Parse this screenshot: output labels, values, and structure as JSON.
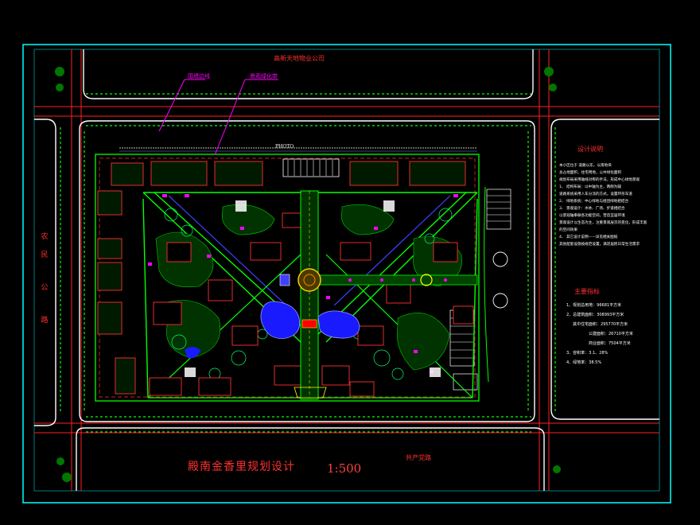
{
  "drawing": {
    "title": "殿南金香里规划设计",
    "scale": "1:500",
    "road_north": "高新天地物业公司",
    "road_south": "共产党路",
    "road_west": [
      "农",
      "民",
      "公",
      "路"
    ],
    "callout_a": "围墙边线",
    "callout_b": "景观绿化带",
    "gate_label": "PHOTO",
    "colors": {
      "background": "#000000",
      "frame": "#00ffff",
      "road_line": "#ffffff",
      "red_line": "#ff0000",
      "green": "#00ff00",
      "magenta": "#ff00ff",
      "water": "#1a1aff",
      "yellow": "#ffff00"
    }
  },
  "design_notes": {
    "heading": "设计说明",
    "lines": [
      "本小区位于    道路以东，以南地块",
      "总占地面积，住宅用地，公共绿化面积",
      "规划布局采用轴线对称的手法，形成中心绿地景观",
      "1、  结构布局：以中轴为主，两侧为辅",
      "道路系统采用人车分流的方式，设置环形车道",
      "2、  绿地系统：中心绿地与组团绿地相结合",
      "3、  景观设计：水体、广场、步道相结合",
      "以景观轴串联各功能空间，营造宜居环境",
      "景观设计以生态为主，注重景观层次的变化，形成丰富",
      "的空间效果",
      "4、  其它设计说明——详见相关图纸",
      "其他配套设施按规范设置，满足居民日常生活需求"
    ]
  },
  "indicators": {
    "heading": "主要指标",
    "items": [
      "1、规划总用地：96681平方米",
      "2、总建筑面积：308993平方米",
      "其中住宅面积：295770平方米",
      "公建面积：26710平方米",
      "商业面积：7504平方米",
      "3、容积率：3.1、28%",
      "4、绿地率：38.5%"
    ]
  }
}
